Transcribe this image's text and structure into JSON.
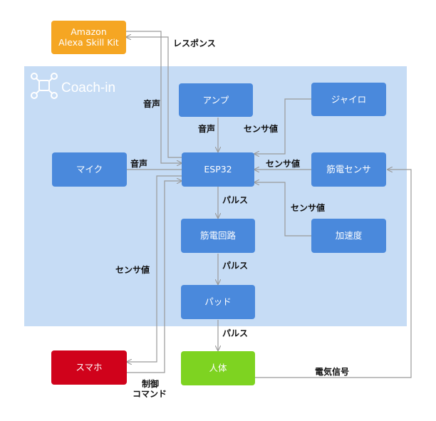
{
  "group": {
    "title": "Coach-in",
    "icon": "network-logo-icon"
  },
  "colors": {
    "node": "#4a89dc",
    "alexa": "#f5a623",
    "smartphone": "#d0021b",
    "human": "#7ed321",
    "group": "#c6dcf5",
    "connector": "#9a9a9a"
  },
  "nodes": {
    "alexa": [
      "Amazon",
      "Alexa Skill Kit"
    ],
    "amp": "アンプ",
    "gyro": "ジャイロ",
    "mic": "マイク",
    "esp32": "ESP32",
    "emg": "筋電センサ",
    "ems": "筋電回路",
    "accel": "加速度",
    "pad": "パッド",
    "smartphone": "スマホ",
    "human": "人体"
  },
  "edge_labels": {
    "response": "レスポンス",
    "voice_alexa": "音声",
    "voice_amp": "音声",
    "voice_mic": "音声",
    "sensor_gyro": "センサ値",
    "sensor_emg": "センサ値",
    "sensor_accel": "センサ値",
    "pulse_esp": "パルス",
    "pulse_ems": "パルス",
    "pulse_pad": "パルス",
    "sensor_phone": "センサ値",
    "control": [
      "制御",
      "コマンド"
    ],
    "electric": "電気信号"
  }
}
